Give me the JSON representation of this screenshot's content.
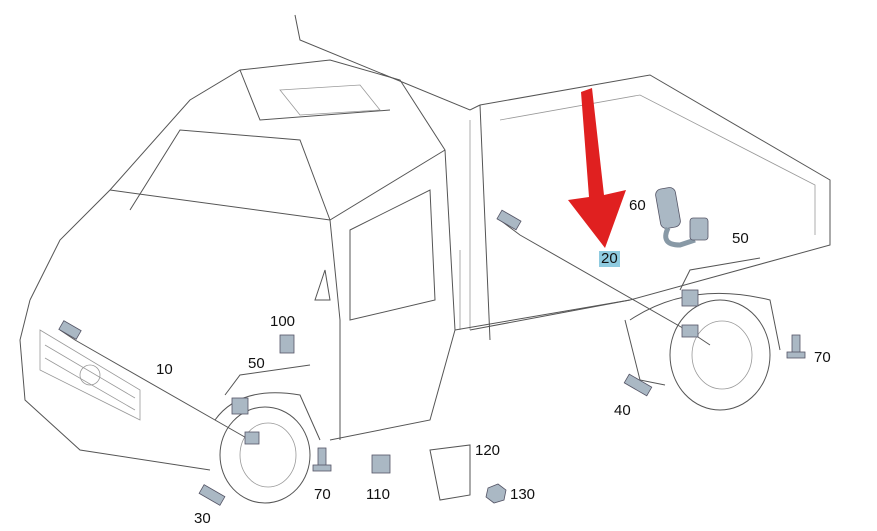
{
  "diagram": {
    "callouts": {
      "p100": "100",
      "p50_front": "50",
      "p10": "10",
      "p30": "30",
      "p70_front": "70",
      "p110": "110",
      "p120": "120",
      "p130": "130",
      "p40": "40",
      "p70_rear": "70",
      "p50_rear": "50",
      "p60": "60",
      "p20": "20"
    },
    "colors": {
      "arrow": "#e02020",
      "highlight": "#8fcbe0",
      "part": "#aab8c4"
    }
  }
}
